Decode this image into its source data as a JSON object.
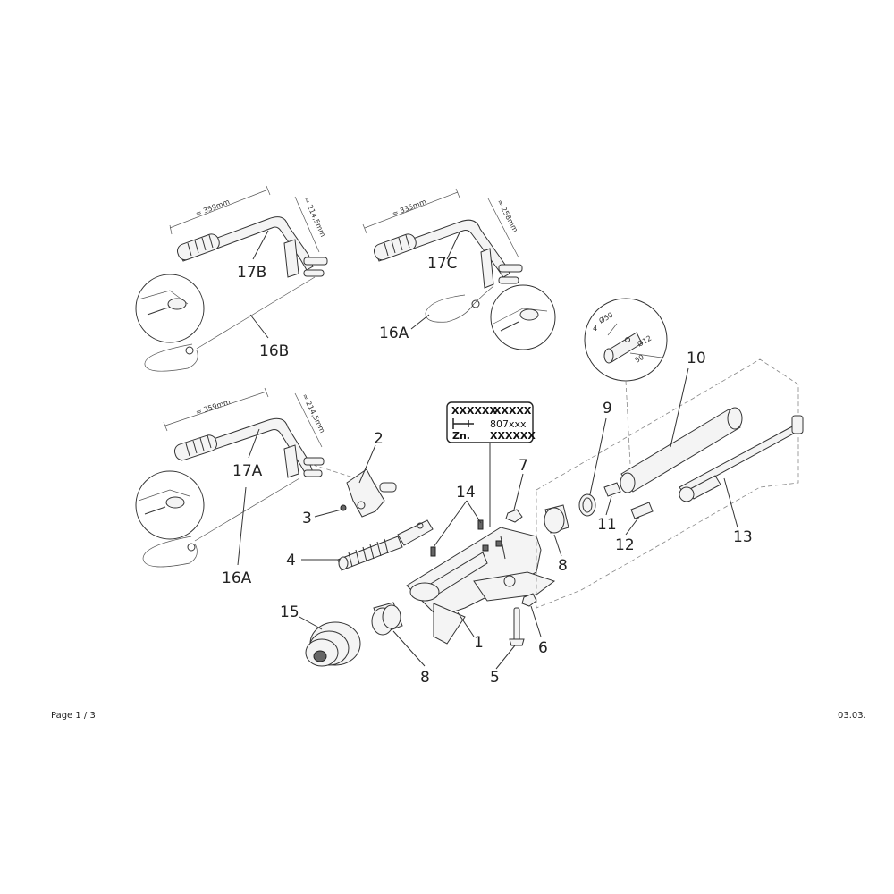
{
  "footer": {
    "page": "Page 1 / 3",
    "date": "03.03."
  },
  "plate": {
    "row1_left": "XXXXXX",
    "row1_right": "XXXXX",
    "row2_right": "807xxx",
    "row3_left": "Zn.",
    "row3_right": "XXXXXX"
  },
  "dimensions": {
    "d17b_len": "≈ 359mm",
    "d17b_h": "≈ 214,5mm",
    "d17c_len": "≈ 335mm",
    "d17c_h": "≈ 258mm",
    "d17a_len": "≈ 359mm",
    "d17a_h": "≈ 214,5mm",
    "tube_dia": "Ø50",
    "tube_offset": "4",
    "hole_dia": "Ø12",
    "hole_dist": "50"
  },
  "parts": {
    "p17B": "17B",
    "p16B": "16B",
    "p17C": "17C",
    "p16A_top": "16A",
    "p17A": "17A",
    "p16A_bottom": "16A",
    "p1": "1",
    "p2": "2",
    "p3": "3",
    "p4": "4",
    "p5": "5",
    "p6": "6",
    "p7": "7",
    "p8_right": "8",
    "p8_left": "8",
    "p9": "9",
    "p10": "10",
    "p11": "11",
    "p12": "12",
    "p13": "13",
    "p14": "14",
    "p15": "15"
  }
}
